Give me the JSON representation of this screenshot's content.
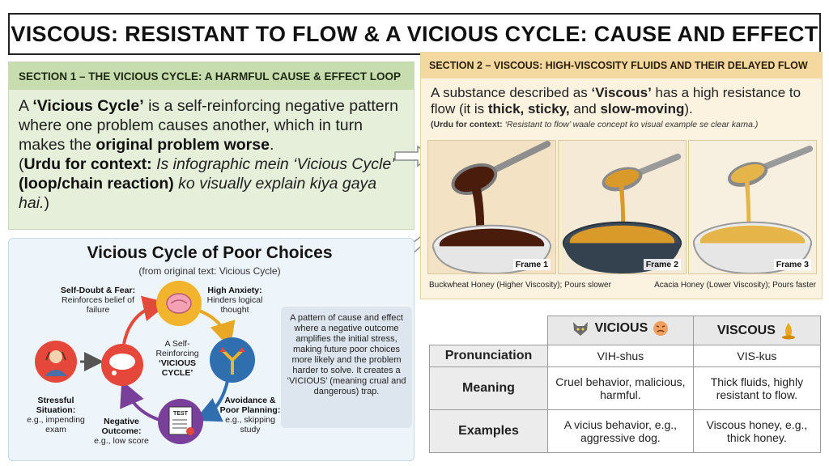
{
  "title": "VISCOUS: RESISTANT TO FLOW & A VICIOUS CYCLE: CAUSE AND EFFECT",
  "section1": {
    "heading": "SECTION 1 – THE VICIOUS CYCLE: A HARMFUL CAUSE & EFFECT LOOP",
    "p1_a": "A ",
    "p1_term": "‘Vicious Cycle’",
    "p1_b": " is a self-reinforcing negative pattern where one problem causes another, which in turn makes the ",
    "p1_bold": "original problem worse",
    "p1_c": ".",
    "p2_open": "(",
    "p2_label": "Urdu for context:",
    "p2_italic1": " Is infographic mein ‘Vicious Cycle’ ",
    "p2_bold": "(loop/chain reaction)",
    "p2_italic2": " ko visually explain kiya gaya hai.",
    "p2_close": ")"
  },
  "section2": {
    "heading": "SECTION 2 – VISCOUS: HIGH-VISCOSITY FLUIDS AND THEIR DELAYED FLOW",
    "p_a": "A substance described as ",
    "p_term": "‘Viscous’",
    "p_b": " has a high resistance to flow (it is ",
    "p_w1": "thick, sticky,",
    "p_c": " and ",
    "p_w2": "slow-moving",
    "p_d": ").",
    "note_label": "(Urdu for context:",
    "note_italic": " ‘Resistant to flow’ waale concept ko visual example se clear karna.)",
    "frames": [
      "Frame 1",
      "Frame 2",
      "Frame 3"
    ],
    "caption_left": "Buckwheat Honey (Higher Viscosity); Pours slower",
    "caption_right": "Acacia Honey (Lower Viscosity); Pours faster",
    "colors": {
      "buckwheat": "#4a1c0c",
      "acacia": "#d99a2a",
      "light": "#e6b54a"
    }
  },
  "cycle": {
    "title": "Vicious Cycle of Poor Choices",
    "subtitle": "(from original text: Vicious Cycle)",
    "self_doubt_title": "Self-Doubt & Fear:",
    "self_doubt_text": "Reinforces belief of failure",
    "anxiety_title": "High Anxiety:",
    "anxiety_text": "Hinders logical thought",
    "center_a": "A Self-",
    "center_b": "Reinforcing",
    "center_c": "‘VICIOUS",
    "center_d": "CYCLE’",
    "stress_title": "Stressful Situation:",
    "stress_text": "e.g., impending exam",
    "negative_title": "Negative Outcome:",
    "negative_text": "e.g., low score",
    "avoid_title": "Avoidance & Poor Planning:",
    "avoid_text": "e.g., skipping study",
    "test_label": "TEST",
    "description": "A pattern of cause and effect where a negative outcome amplifies the initial stress, making future poor choices more likely and the problem harder to solve. It creates a ‘VICIOUS’ (meaning crual and dangerous) trap."
  },
  "table": {
    "col1": "VICIOUS",
    "col2": "VISCOUS",
    "rows": [
      {
        "label": "Pronunciation",
        "vicious": "VIH-shus",
        "viscous": "VIS-kus"
      },
      {
        "label": "Meaning",
        "vicious": "Cruel behavior, malicious, harmful.",
        "viscous": "Thick fluids, highly resistant to flow."
      },
      {
        "label": "Examples",
        "vicious": "A vicius behavior, e.g., aggressive dog.",
        "viscous": "Viscous honey, e.g., thick honey."
      }
    ]
  }
}
